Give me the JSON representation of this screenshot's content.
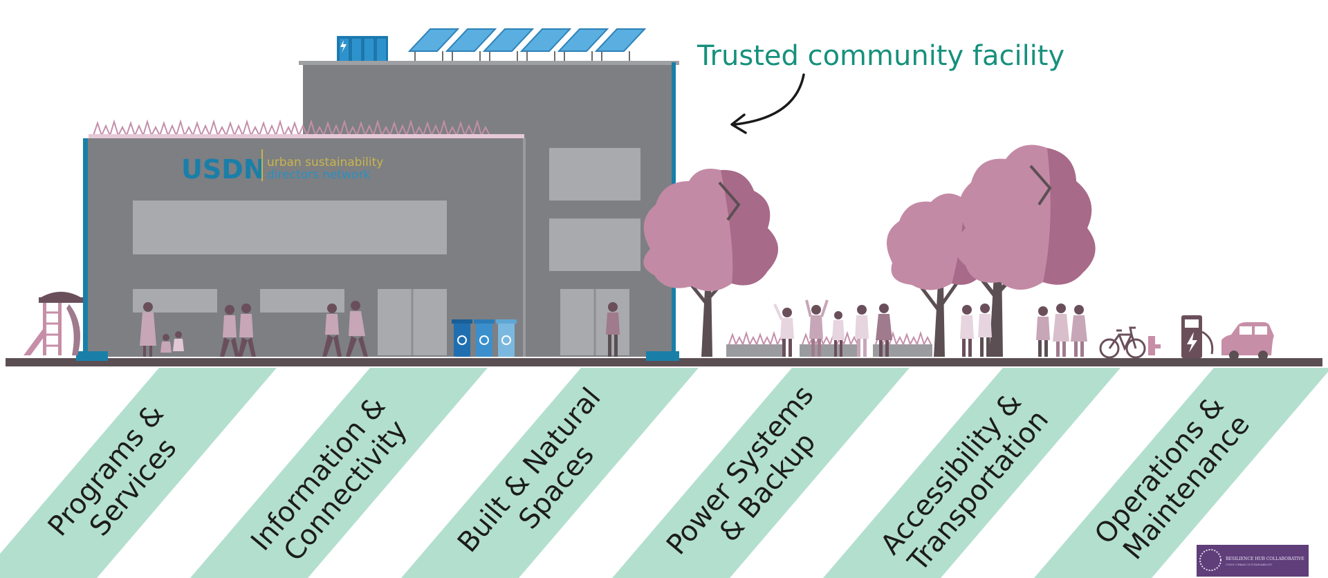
{
  "callout": {
    "text": "Trusted community facility"
  },
  "logo": {
    "abbr": "USDN",
    "line1": "urban sustainability",
    "line2": "directors network"
  },
  "pillars": [
    {
      "line1": "Programs &",
      "line2": "Services"
    },
    {
      "line1": "Information &",
      "line2": "Connectivity"
    },
    {
      "line1": "Built & Natural",
      "line2": "Spaces"
    },
    {
      "line1": "Power Systems",
      "line2": "& Backup"
    },
    {
      "line1": "Accessibility &",
      "line2": "Transportation"
    },
    {
      "line1": "Operations &",
      "line2": "Maintenance"
    }
  ],
  "badge": {
    "title": "RESILIENCE HUB COLLABORATIVE",
    "subtitle": "USDN URBAN SUSTAINABILITY"
  },
  "colors": {
    "band": "#b3dfcf",
    "building": "#7d7f83",
    "window": "#a9aaad",
    "accent_blue": "#1a7fa8",
    "tree": "#c38aa5",
    "people": "#c7a6b8",
    "ground": "#5b4f53",
    "callout": "#16907c",
    "badge": "#5f3e7a"
  },
  "icons": {
    "solar": "solar-panel-icon",
    "battery": "battery-icon",
    "recycle": "recycle-bin-icon",
    "bike": "bicycle-icon",
    "charger": "ev-charger-icon",
    "car": "car-icon"
  }
}
